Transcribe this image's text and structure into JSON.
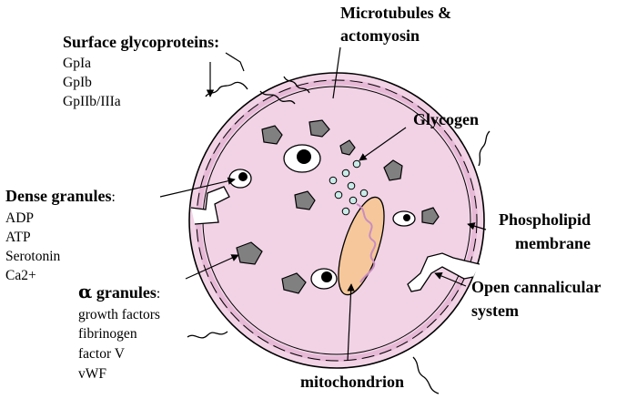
{
  "labels": {
    "surface_title": "Surface glycoproteins:",
    "surface_items": [
      "GpIa",
      "GpIb",
      "GpIIb/IIIa"
    ],
    "microtubules_line1": "Microtubules &",
    "microtubules_line2": "actomyosin",
    "glycogen": "Glycogen",
    "dense_title": "Dense granules",
    "dense_colon": ":",
    "dense_items": [
      "ADP",
      "ATP",
      "Serotonin",
      "Ca2+"
    ],
    "phospholipid_line1": "Phospholipid",
    "phospholipid_line2": "membrane",
    "alpha_symbol": "α",
    "alpha_title": " granules",
    "alpha_colon": ":",
    "alpha_items": [
      "growth factors",
      "fibrinogen",
      "factor V",
      "vWF"
    ],
    "canalicular_line1": "Open cannalicular",
    "canalicular_line2": "system",
    "mitochondrion": "mitochondrion"
  },
  "colors": {
    "cytoplasm": "#f2d3e6",
    "membrane_band": "#e8bfd9",
    "mitochondrion_fill": "#f5c79a",
    "mitochondrion_crista": "#c98cc0",
    "granule_grey": "#808080",
    "glycogen_fill": "#c9ece9",
    "line": "#000000"
  }
}
